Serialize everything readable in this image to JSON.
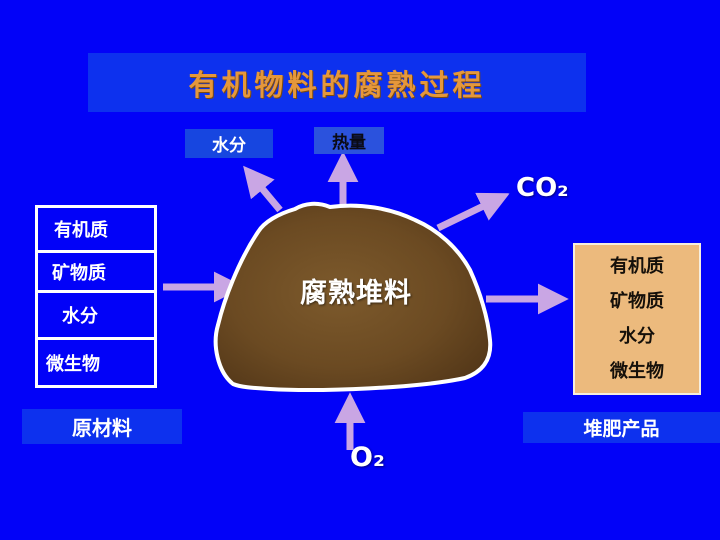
{
  "slide": {
    "title": "有机物料的腐熟过程"
  },
  "outputs": {
    "water": "水分",
    "heat": "热量",
    "co2": "CO₂",
    "o2": "O₂"
  },
  "center": {
    "label": "腐熟堆料"
  },
  "left_panel": {
    "items": [
      "有机质",
      "矿物质",
      "水分",
      "微生物"
    ],
    "caption": "原材料"
  },
  "right_panel": {
    "items": [
      "有机质",
      "矿物质",
      "水分",
      "微生物"
    ],
    "caption": "堆肥产品"
  },
  "colors": {
    "background": "#0202f8",
    "title_bar": "#0d31ee",
    "title_text": "#e5973b",
    "arrow": "#c9a6e4",
    "blob_fill": "#6b4a22",
    "blob_outline": "#ffffff",
    "right_box_bg": "#ecba7d"
  }
}
